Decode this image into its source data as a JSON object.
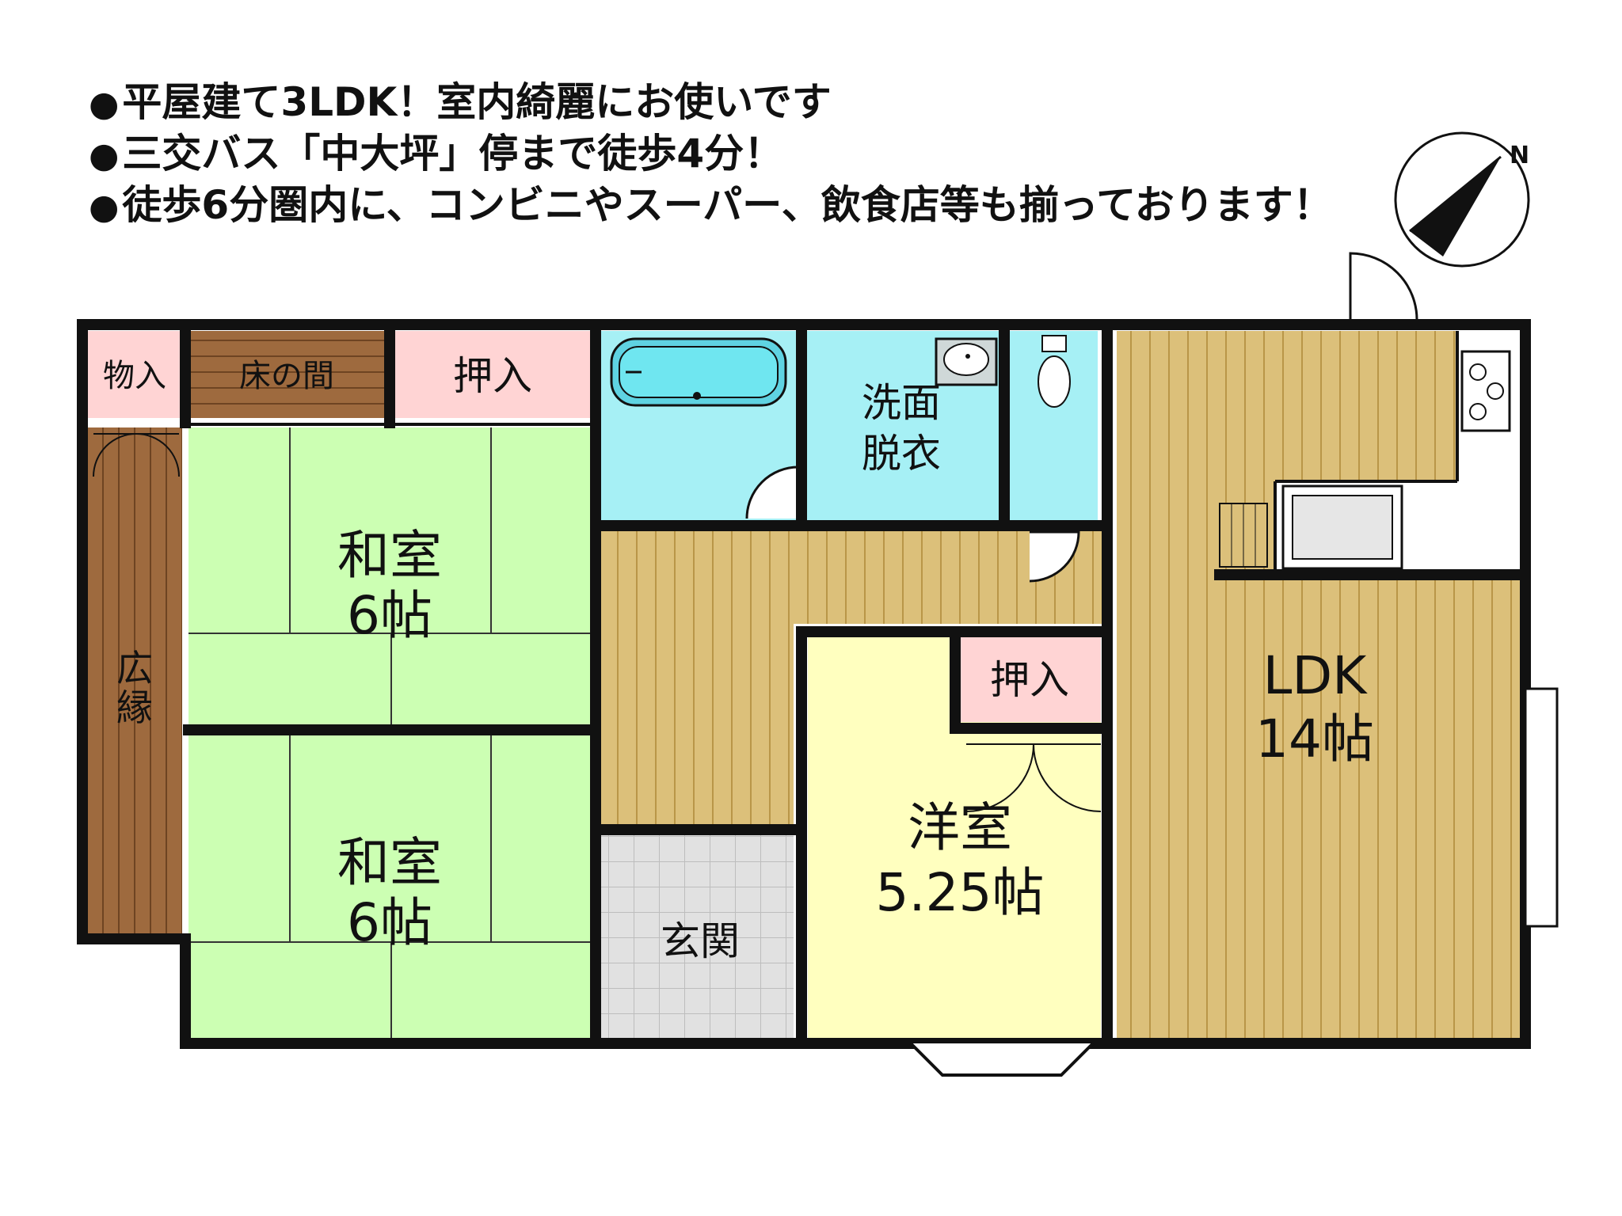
{
  "bullets": [
    "平屋建て3LDK！室内綺麗にお使いです",
    "三交バス「中大坪」停まで徒歩4分！",
    "徒歩6分圏内に、コンビニやスーパー、飲食店等も揃っております！"
  ],
  "compass": {
    "letter": "N"
  },
  "rooms": {
    "storage": "物入",
    "tokonoma": "床の間",
    "closet_top": "押入",
    "engawa": [
      "広",
      "縁"
    ],
    "washitsu_1": [
      "和室",
      "6帖"
    ],
    "washitsu_2": [
      "和室",
      "6帖"
    ],
    "washroom": [
      "洗面",
      "脱衣"
    ],
    "closet_western": "押入",
    "western": [
      "洋室",
      "5.25帖"
    ],
    "ldk": [
      "LDK",
      "14帖"
    ],
    "entrance": "玄関"
  },
  "colors": {
    "tatami": "#ccffb3",
    "wood": "#dcc07a",
    "water": "#a6f0f5",
    "closet": "#ffd4d4",
    "western": "#ffffbf",
    "engawa": "#9e6a3e",
    "entrance": "#e1e1e1"
  }
}
